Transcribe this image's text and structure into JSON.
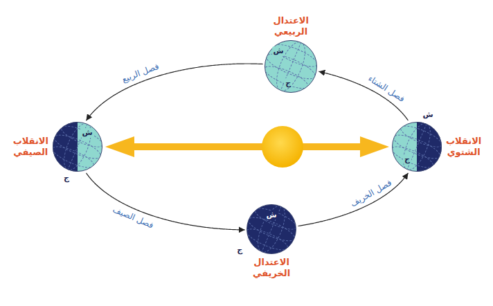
{
  "diagram": {
    "nodes": [
      {
        "text": [
          "الاعتدال الربيعي",
          "ش",
          "ج"
        ]
      },
      {
        "text": [
          "الانقلاب الصيفي",
          "ش",
          "ج"
        ]
      },
      {
        "text": [
          "الانقلاب الشتوي",
          "ش",
          "ج"
        ]
      },
      {
        "text": [
          "الاعتدال الخريفي",
          "ش",
          "ج"
        ]
      }
    ],
    "edges": [
      {
        "from": 0,
        "to": 1,
        "arrow": "to",
        "label": "فصل الربيع"
      },
      {
        "from": 1,
        "to": 3,
        "arrow": "to",
        "label": "فصل الصيف"
      },
      {
        "from": 3,
        "to": 2,
        "arrow": "to",
        "label": "فصل الخريف"
      },
      {
        "from": 2,
        "to": 0,
        "arrow": "to",
        "label": "فصل الشتاء"
      }
    ]
  }
}
